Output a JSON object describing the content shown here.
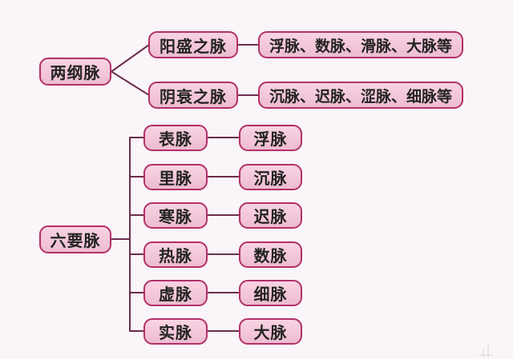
{
  "diagram": {
    "top": {
      "root": {
        "label": "两纲脉"
      },
      "branches": [
        {
          "label": "阳盛之脉",
          "pulses": "浮脉、数脉、滑脉、大脉等"
        },
        {
          "label": "阴衰之脉",
          "pulses": "沉脉、迟脉、涩脉、细脉等"
        }
      ]
    },
    "bottom": {
      "root": {
        "label": "六要脉"
      },
      "rows": [
        {
          "category": "表脉",
          "pulse": "浮脉"
        },
        {
          "category": "里脉",
          "pulse": "沉脉"
        },
        {
          "category": "寒脉",
          "pulse": "迟脉"
        },
        {
          "category": "热脉",
          "pulse": "数脉"
        },
        {
          "category": "虚脉",
          "pulse": "细脉"
        },
        {
          "category": "实脉",
          "pulse": "大脉"
        }
      ]
    },
    "colors": {
      "background": "#faf5f8",
      "node_fill": "#f6c3d8",
      "node_border": "#b2306a",
      "connector": "#6b2e4e",
      "text": "#232323"
    }
  }
}
